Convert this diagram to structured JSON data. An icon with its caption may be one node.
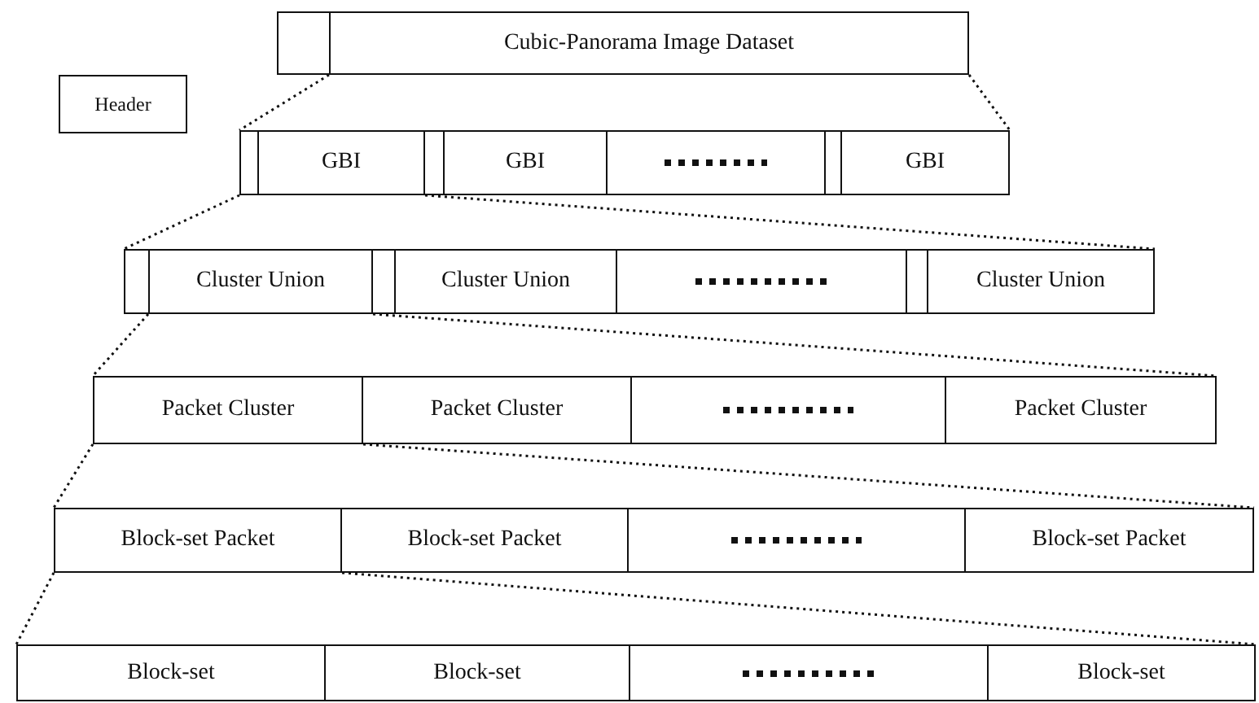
{
  "diagram": {
    "nodes": [
      {
        "text": [],
        "shape": "box"
      },
      {
        "text": [
          "Cubic-Panorama Image Dataset"
        ]
      },
      {
        "text": [
          "Header"
        ]
      },
      {
        "text": [],
        "shape": "box"
      },
      {
        "text": [
          "GBI"
        ]
      },
      {
        "text": [],
        "shape": "box"
      },
      {
        "text": [
          "GBI"
        ]
      },
      {
        "text": [],
        "shape": "dots"
      },
      {
        "text": [],
        "shape": "box"
      },
      {
        "text": [
          "GBI"
        ]
      },
      {
        "text": [],
        "shape": "box"
      },
      {
        "text": [
          "Cluster Union"
        ]
      },
      {
        "text": [],
        "shape": "box"
      },
      {
        "text": [
          "Cluster Union"
        ]
      },
      {
        "text": [],
        "shape": "dots"
      },
      {
        "text": [],
        "shape": "box"
      },
      {
        "text": [
          "Cluster Union"
        ]
      },
      {
        "text": [
          "Packet Cluster"
        ]
      },
      {
        "text": [
          "Packet Cluster"
        ]
      },
      {
        "text": [],
        "shape": "dots"
      },
      {
        "text": [
          "Packet Cluster"
        ]
      },
      {
        "text": [
          "Block-set Packet"
        ]
      },
      {
        "text": [
          "Block-set Packet"
        ]
      },
      {
        "text": [],
        "shape": "dots"
      },
      {
        "text": [
          "Block-set Packet"
        ]
      },
      {
        "text": [
          "Block-set"
        ]
      },
      {
        "text": [
          "Block-set"
        ]
      },
      {
        "text": [],
        "shape": "dots"
      },
      {
        "text": [
          "Block-set"
        ]
      }
    ],
    "edges": [
      {
        "from": 1,
        "to": 3,
        "arrow": "none",
        "style": "dashed"
      },
      {
        "from": 1,
        "to": 9,
        "arrow": "none",
        "style": "dashed"
      },
      {
        "from": 3,
        "to": 10,
        "arrow": "none",
        "style": "dashed"
      },
      {
        "from": 4,
        "to": 16,
        "arrow": "none",
        "style": "dashed"
      },
      {
        "from": 11,
        "to": 17,
        "arrow": "none",
        "style": "dashed"
      },
      {
        "from": 11,
        "to": 20,
        "arrow": "none",
        "style": "dashed"
      },
      {
        "from": 17,
        "to": 21,
        "arrow": "none",
        "style": "dashed"
      },
      {
        "from": 17,
        "to": 24,
        "arrow": "none",
        "style": "dashed"
      },
      {
        "from": 21,
        "to": 25,
        "arrow": "none",
        "style": "dashed"
      },
      {
        "from": 21,
        "to": 28,
        "arrow": "none",
        "style": "dashed"
      }
    ]
  }
}
